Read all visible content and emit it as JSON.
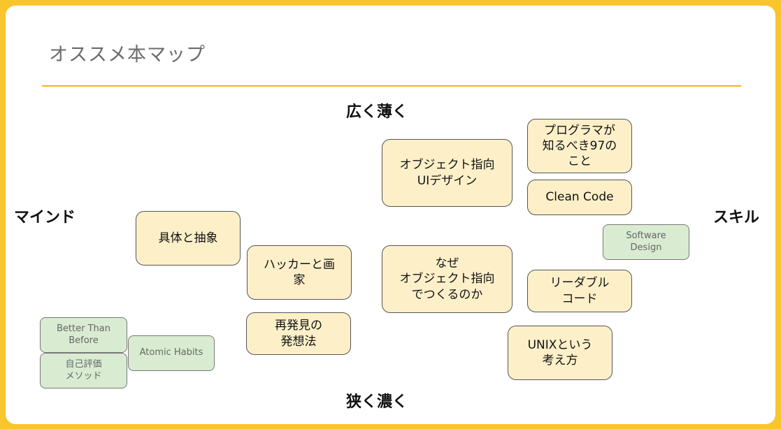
{
  "title": "オススメ本マップ",
  "axes": {
    "top": "広く薄く",
    "bottom": "狭く濃く",
    "left": "マインド",
    "right": "スキル"
  },
  "books": {
    "programmer97": "プログラマが\n知るべき97の\nこと",
    "oop_ui_design": "オブジェクト指向\nUIデザイン",
    "clean_code": "Clean Code",
    "software_design": "Software\nDesign",
    "concrete_abstract": "具体と抽象",
    "hackers_painters": "ハッカーと画\n家",
    "why_oop": "なぜ\nオブジェクト指向\nでつくるのか",
    "readable_code": "リーダブル\nコード",
    "rediscovery": "再発見の\n発想法",
    "unix": "UNIXという\n考え方",
    "better_than_before": "Better Than\nBefore",
    "atomic_habits": "Atomic Habits",
    "self_evaluation": "自己評価\nメソッド"
  },
  "colors": {
    "background": "#f9c52c",
    "rule": "#f2b418",
    "book_fill": "#fdf0c9",
    "green_fill": "#d9ecd2"
  }
}
